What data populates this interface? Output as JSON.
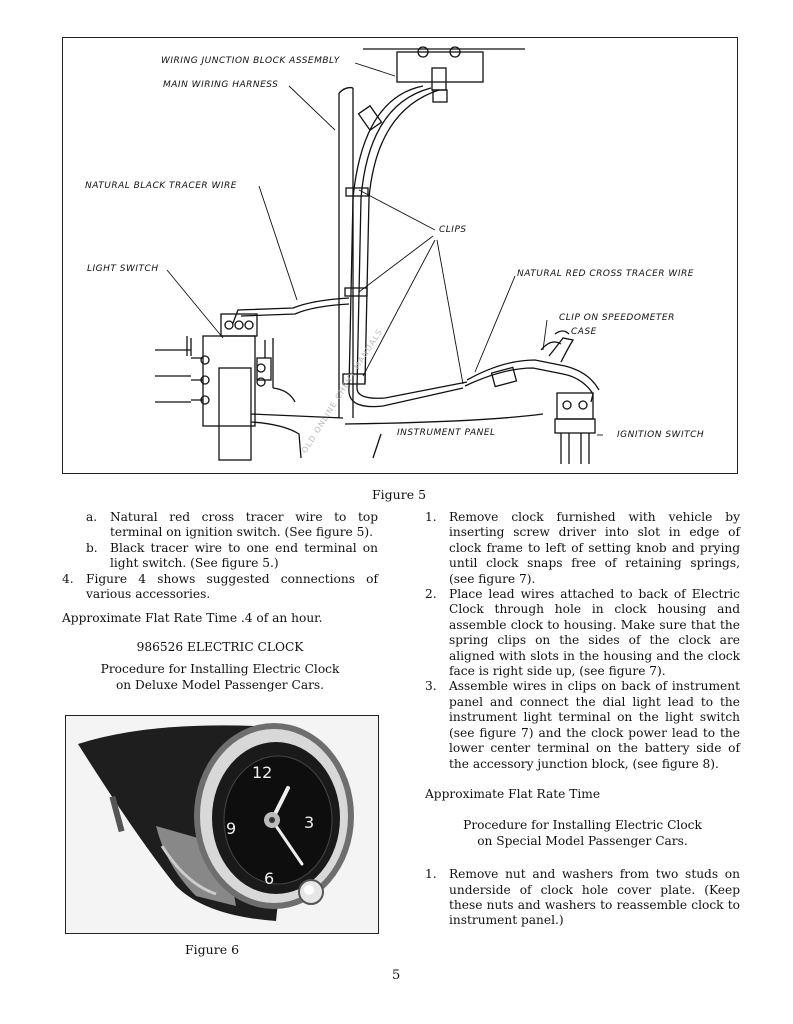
{
  "figure5": {
    "caption": "Figure 5",
    "labels": {
      "junction_block": "WIRING JUNCTION BLOCK ASSEMBLY",
      "main_harness": "MAIN WIRING HARNESS",
      "black_tracer": "NATURAL BLACK TRACER WIRE",
      "clips": "CLIPS",
      "light_switch": "LIGHT SWITCH",
      "red_cross": "NATURAL RED CROSS TRACER WIRE",
      "speedo_clip_1": "CLIP ON SPEEDOMETER",
      "speedo_clip_2": "CASE",
      "instrument_panel": "INSTRUMENT PANEL",
      "ignition_switch": "IGNITION SWITCH"
    }
  },
  "left": {
    "sub_a_letter": "a.",
    "sub_a": "Natural red cross tracer wire to top terminal on ignition switch. (See figure 5).",
    "sub_b_letter": "b.",
    "sub_b": "Black tracer wire to one end terminal on light switch. (See figure 5.)",
    "item4_num": "4.",
    "item4": "Figure 4 shows suggested connections of various accessories.",
    "flat_rate": "Approximate Flat Rate Time .4 of an hour.",
    "heading": "986526 ELECTRIC CLOCK",
    "proc_line1": "Procedure for Installing Electric Clock",
    "proc_line2": "on Deluxe Model Passenger Cars.",
    "fig6_caption": "Figure 6"
  },
  "clock": {
    "n12": "12",
    "n3": "3",
    "n6": "6",
    "n9": "9"
  },
  "right": {
    "s1_num": "1.",
    "s1": "Remove clock furnished with vehicle by inserting screw driver into slot in edge of clock frame to left of setting knob and prying until clock snaps free of retaining springs, (see figure 7).",
    "s2_num": "2.",
    "s2": "Place lead wires attached to back of Electric Clock through hole in clock housing and assemble clock to housing. Make sure that the spring clips on the sides of the clock are aligned with slots in the housing and the clock face is right side up, (see figure 7).",
    "s3_num": "3.",
    "s3": "Assemble wires in clips on back of instrument panel and connect the dial light lead to the instrument light terminal on the light switch (see figure 7) and the clock power lead to the lower center terminal on the battery side of the accessory junction block, (see figure 8).",
    "flat_rate": "Approximate Flat Rate Time",
    "proc_line1": "Procedure for Installing Electric Clock",
    "proc_line2": "on Special Model Passenger Cars.",
    "p1_num": "1.",
    "p1": "Remove nut and washers from two studs on underside of clock hole cover plate. (Keep these nuts and washers to reassemble clock to instrument panel.)"
  },
  "page_number": "5",
  "watermark": "OLD ONLINE CHEVY MANUALS"
}
